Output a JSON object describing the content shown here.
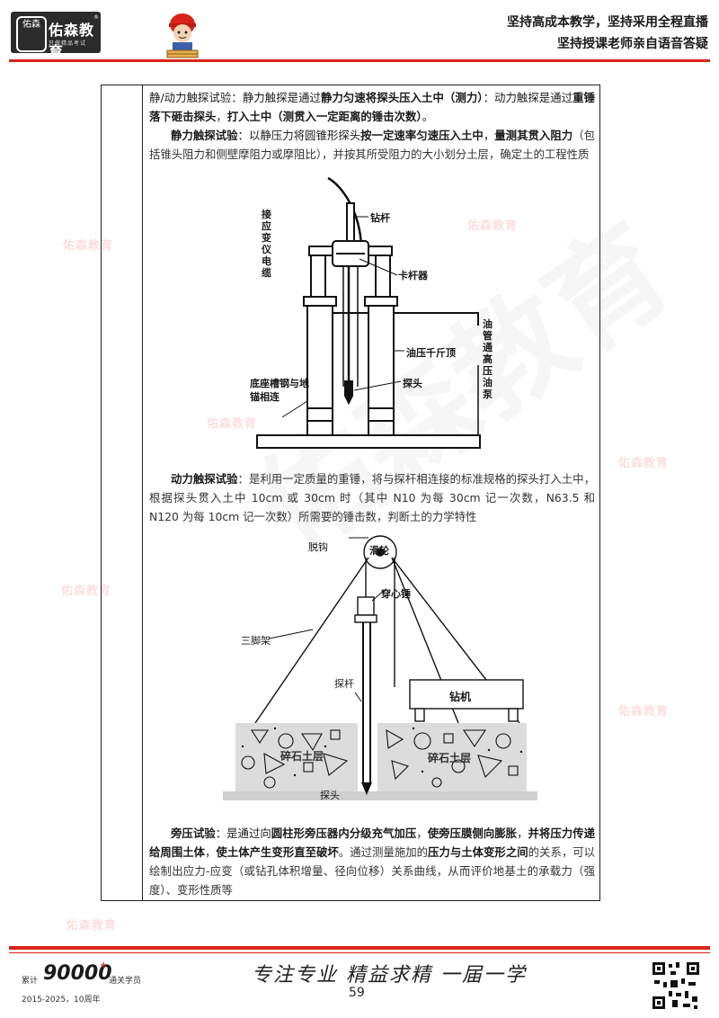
{
  "header": {
    "logo_name": "佑森教育",
    "logo_mark": "佑森",
    "logo_sub": "只做精品考试",
    "slogan_line1": "坚持高成本教学，坚持采用全程直播",
    "slogan_line2": "坚持授课老师亲自语音答疑"
  },
  "watermark": {
    "text": "佑森教育"
  },
  "static": {
    "label": "静/动力触探试验：",
    "p1a": "静力触探是通过",
    "p1b": "静力匀速将探头压入土中（测力）",
    "p1c": "：动力触探是通过",
    "p1d": "重锤落下砸击探头",
    "p1e": "，",
    "p1f": "打入土中（测贯入一定距离的锤击次数）",
    "p1g": "。",
    "p2_label": "静力触探试验",
    "p2a": "：以静压力将圆锥形探头",
    "p2b": "按一定速率匀速压入土中",
    "p2c": "，",
    "p2d": "量测其贯入阻力",
    "p2e": "（包括锥头阻力和侧壁摩阻力或摩阻比），并按其所受阻力的大小划分土层，确定土的工程性质"
  },
  "fig1": {
    "label_cable": "接应变仪电缆",
    "label_rod": "钻杆",
    "label_clamp": "卡杆器",
    "label_oilpipe": "油管通高压油泵",
    "label_jack": "油压千斤顶",
    "label_probe": "探头",
    "label_base": "底座槽钢与地锚相连"
  },
  "dynamic": {
    "label": "动力触探试验",
    "text": "：是利用一定质量的重锤，将与探杆相连接的标准规格的探头打入土中，根据探头贯入土中 10cm 或 30cm 时（其中 N10 为每 30cm 记一次数，N63.5 和 N120 为每 10cm 记一次数）所需要的锤击数，判断土的力学特性"
  },
  "fig2": {
    "label_hook": "脱钩",
    "label_pulley": "滑轮",
    "label_hammer": "穿心锤",
    "label_tripod": "三脚架",
    "label_drill": "钻机",
    "label_rod": "探杆",
    "label_soil_left": "碎石土层",
    "label_soil_right": "碎石土层",
    "label_probe": "探头"
  },
  "pressure": {
    "label": "旁压试验",
    "a": "：是通过向",
    "b": "圆柱形旁压器内分级充气加压",
    "c": "，",
    "d": "使旁压膜侧向膨胀",
    "e": "，",
    "f": "并将压力传递给周围土体",
    "g": "，",
    "h": "使土体产生变形直至破坏",
    "i": "。通过测量施加的",
    "j": "压力与土体变形之间",
    "k": "的关系，可以绘制出应力-应变（或钻孔体积增量、径向位移）关系曲线，从而评价地基土的承载力（强度）、变形性质等"
  },
  "footer": {
    "cum_label": "累计",
    "cum_number": "90000",
    "cum_plus": "+",
    "cum_rest": "通关学员",
    "years": "2015-2025，10周年",
    "motto": "专注专业  精益求精  一届一学",
    "page_number": "59"
  }
}
